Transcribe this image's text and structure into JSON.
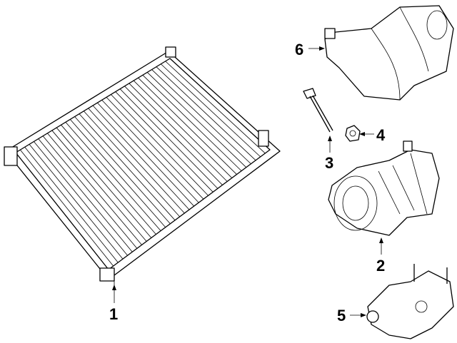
{
  "callouts": [
    {
      "number": "1",
      "part": "condenser"
    },
    {
      "number": "2",
      "part": "compressor"
    },
    {
      "number": "3",
      "part": "bolt"
    },
    {
      "number": "4",
      "part": "nut"
    },
    {
      "number": "5",
      "part": "bracket"
    },
    {
      "number": "6",
      "part": "manifold"
    }
  ],
  "colors": {
    "line": "#000000",
    "background": "#ffffff"
  }
}
